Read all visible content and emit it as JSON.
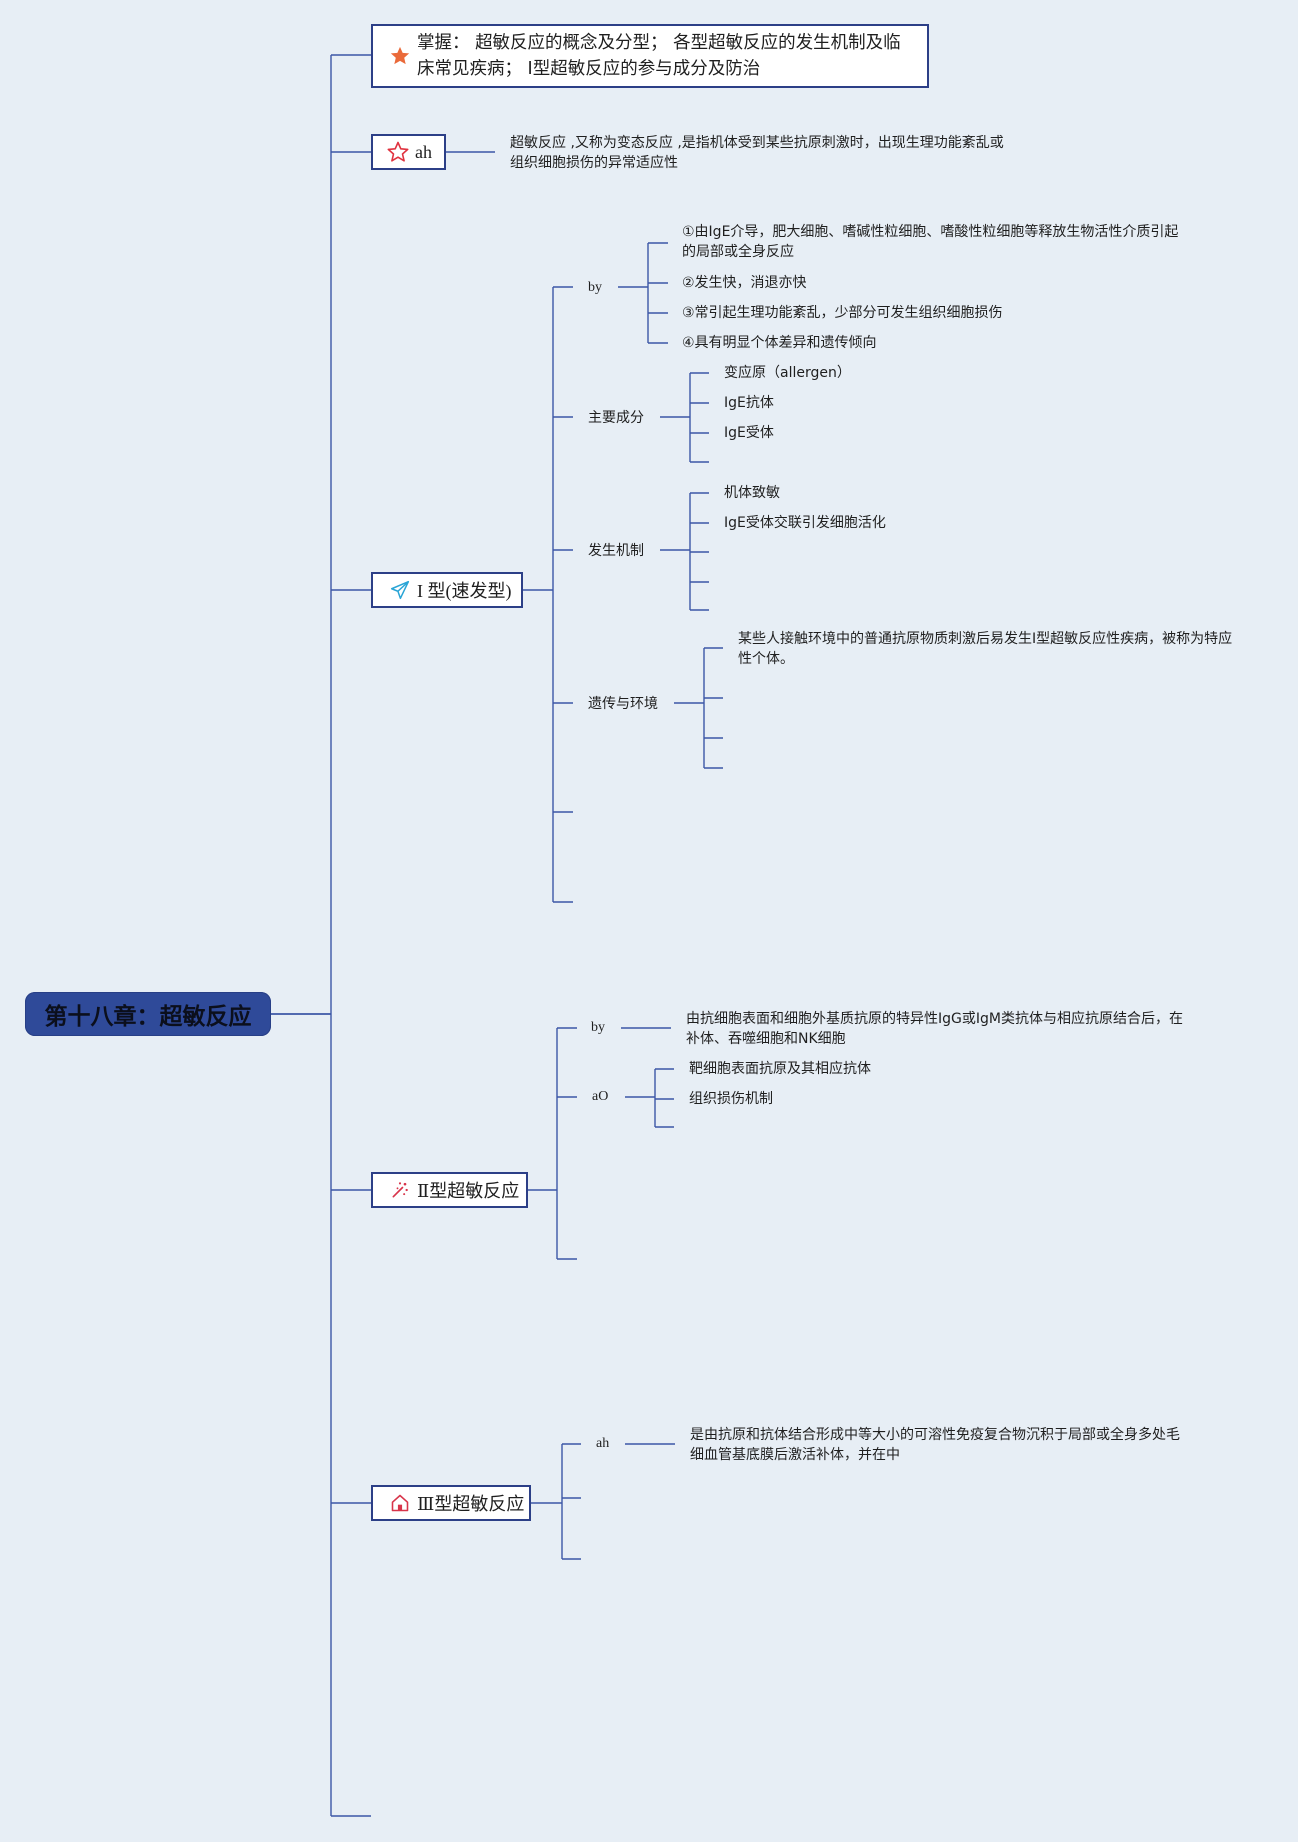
{
  "colors": {
    "background": "#e7eef5",
    "root_fill": "#2f4a99",
    "node_border": "#2c3f87",
    "line": "#3c57a6",
    "star_orange": "#ea6a3a",
    "star_red": "#e0323f",
    "plane_cyan": "#2aa5d6",
    "sparkle_red": "#d8344a",
    "house_red": "#d8344a"
  },
  "root": {
    "title": "第十八章：超敏反应"
  },
  "objectives": {
    "icon": "star-filled-icon",
    "line1": "掌握： 超敏反应的概念及分型； 各型超敏反应的发生机制及临",
    "line2": "床常见疾病； I型超敏反应的参与成分及防治"
  },
  "definition": {
    "icon": "star-outline-icon",
    "label": "ah",
    "text_line1": "超敏反应 ,又称为变态反应 ,是指机体受到某些抗原刺激时，出现生理功能紊乱或",
    "text_line2": "组织细胞损伤的异常适应性"
  },
  "type1": {
    "icon": "paper-plane-icon",
    "label": "I 型(速发型)",
    "by": {
      "label": "by",
      "items": [
        {
          "line1": "①由IgE介导，肥大细胞、嗜碱性粒细胞、嗜酸性粒细胞等释放生物活性介质引起",
          "line2": "的局部或全身反应"
        },
        {
          "line1": "②发生快，消退亦快"
        },
        {
          "line1": "③常引起生理功能紊乱，少部分可发生组织细胞损伤"
        },
        {
          "line1": "④具有明显个体差异和遗传倾向"
        }
      ]
    },
    "components": {
      "label": "主要成分",
      "items": [
        "变应原（allergen）",
        "IgE抗体",
        "IgE受体"
      ]
    },
    "mechanism": {
      "label": "发生机制",
      "items": [
        "机体致敏",
        "IgE受体交联引发细胞活化"
      ]
    },
    "genetics": {
      "label": "遗传与环境",
      "line1": "某些人接触环境中的普通抗原物质刺激后易发生I型超敏反应性疾病，被称为特应",
      "line2": "性个体。"
    }
  },
  "type2": {
    "icon": "sparkle-icon",
    "label": "Ⅱ型超敏反应",
    "by": {
      "label": "by",
      "line1": "由抗细胞表面和细胞外基质抗原的特异性IgG或IgM类抗体与相应抗原结合后，在",
      "line2": "补体、吞噬细胞和NK细胞"
    },
    "ao": {
      "label": "aO",
      "items": [
        "靶细胞表面抗原及其相应抗体",
        "组织损伤机制"
      ]
    }
  },
  "type3": {
    "icon": "house-icon",
    "label": "Ⅲ型超敏反应",
    "ah": {
      "label": "ah",
      "line1": "是由抗原和抗体结合形成中等大小的可溶性免疫复合物沉积于局部或全身多处毛",
      "line2": "细血管基底膜后激活补体，并在中"
    }
  }
}
